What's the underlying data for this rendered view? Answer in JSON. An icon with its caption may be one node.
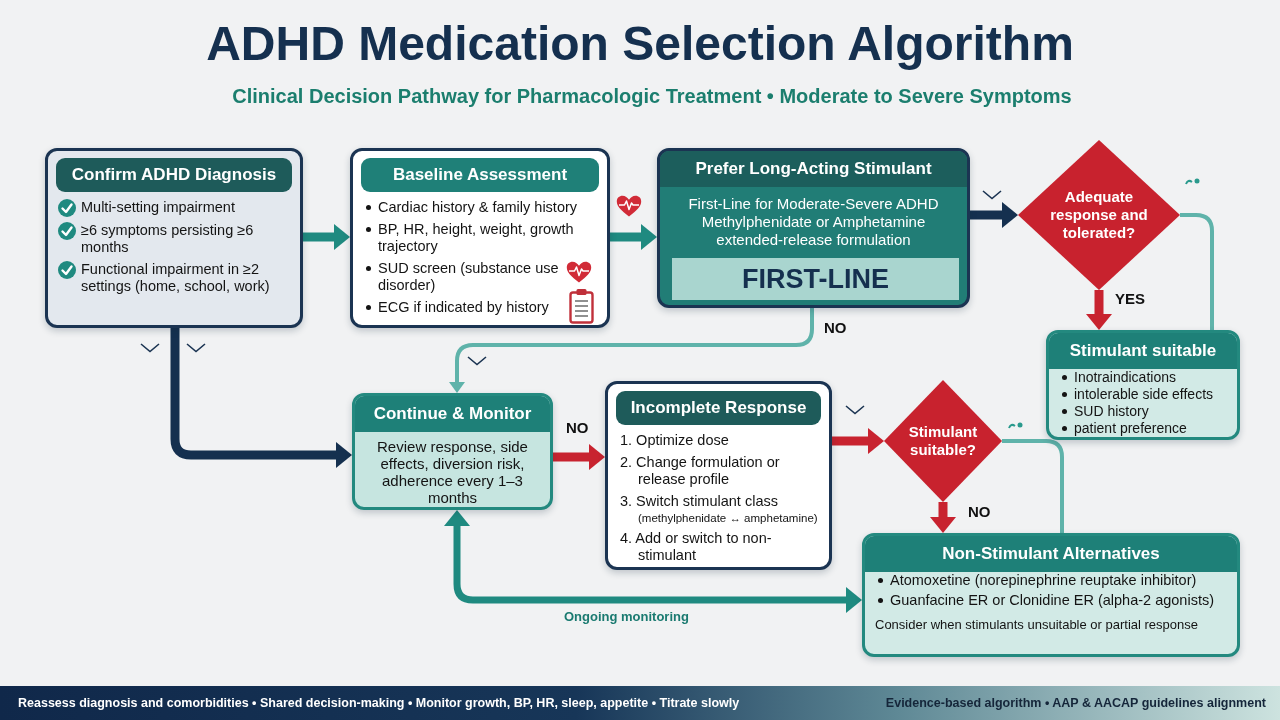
{
  "diagram": {
    "title": "ADHD Medication Selection Algorithm",
    "nodes": [
      {
        "text": [
          "Confirm ADHD Diagnosis",
          "Multi-setting impairment",
          "≥6 symptoms persisting ≥6 months",
          "Functional impairment in ≥2 settings (home, school, work)"
        ]
      },
      {
        "text": [
          "Baseline Assessment",
          "Cardiac history & family history",
          "BP, HR, height, weight, growth trajectory",
          "SUD screen (substance use disorder)",
          "ECG if indicated by history"
        ]
      },
      {
        "text": [
          "Prefer Long-Acting Stimulant",
          "First-Line for Moderate-Severe ADHD",
          "Methylphenidate or Amphetamine extended-release formulation",
          "FIRST-LINE"
        ]
      },
      {
        "text": [
          "Adequate response and tolerated?"
        ]
      },
      {
        "text": [
          "Stimulant suitable",
          "Inotraindications",
          "intolerable side effects",
          "SUD history",
          "patient preference"
        ]
      },
      {
        "text": [
          "Continue & Monitor",
          "Review response, side effects, diversion risk, adherence every 1–3 months"
        ]
      },
      {
        "text": [
          "Incomplete Response",
          "1. Optimize dose",
          "2. Change formulation or release profile",
          "3. Switch stimulant class",
          "(methylphenidate ↔ amphetamine)",
          "4. Add or switch to non-stimulant"
        ]
      },
      {
        "text": [
          "Stimulant suitable?"
        ]
      },
      {
        "text": [
          "Non-Stimulant Alternatives",
          "Atomoxetine (norepinephrine reuptake inhibitor)",
          "Guanfacine ER or Clonidine ER (alpha-2 agonists)",
          "Consider when stimulants unsuitable or partial response"
        ]
      }
    ],
    "edges": [
      {
        "from": 0,
        "to": 1,
        "arrow": "to",
        "color": "#1f8a80"
      },
      {
        "from": 1,
        "to": 2,
        "arrow": "to",
        "color": "#1f8a80"
      },
      {
        "from": 2,
        "to": 3,
        "arrow": "to",
        "color": "#15304f"
      },
      {
        "from": 3,
        "to": 4,
        "arrow": "to",
        "label": "YES"
      },
      {
        "from": 4,
        "to": 3,
        "arrow": "none",
        "color": "#5fb3aa"
      },
      {
        "from": 2,
        "to": 5,
        "arrow": "to",
        "label": "NO",
        "color": "#5fb3aa"
      },
      {
        "from": 0,
        "to": 5,
        "arrow": "to",
        "color": "#15304f"
      },
      {
        "from": 5,
        "to": 6,
        "arrow": "to",
        "label": "NO"
      },
      {
        "from": 6,
        "to": 7,
        "arrow": "to"
      },
      {
        "from": 7,
        "to": 8,
        "arrow": "to",
        "label": "NO"
      },
      {
        "from": 8,
        "to": 7,
        "arrow": "none",
        "color": "#5fb3aa"
      },
      {
        "from": 5,
        "to": 8,
        "arrow": "both",
        "label": "Ongoing monitoring",
        "color": "#1f8a80"
      }
    ],
    "labels": [
      "Clinical Decision Pathway for Pharmacologic Treatment • Moderate to Severe Symptoms",
      "Reassess diagnosis and comorbidities • Shared decision-making • Monitor growth, BP, HR, sleep, appetite • Titrate slowly",
      "Evidence-based algorithm • AAP & AACAP guidelines alignment"
    ]
  }
}
